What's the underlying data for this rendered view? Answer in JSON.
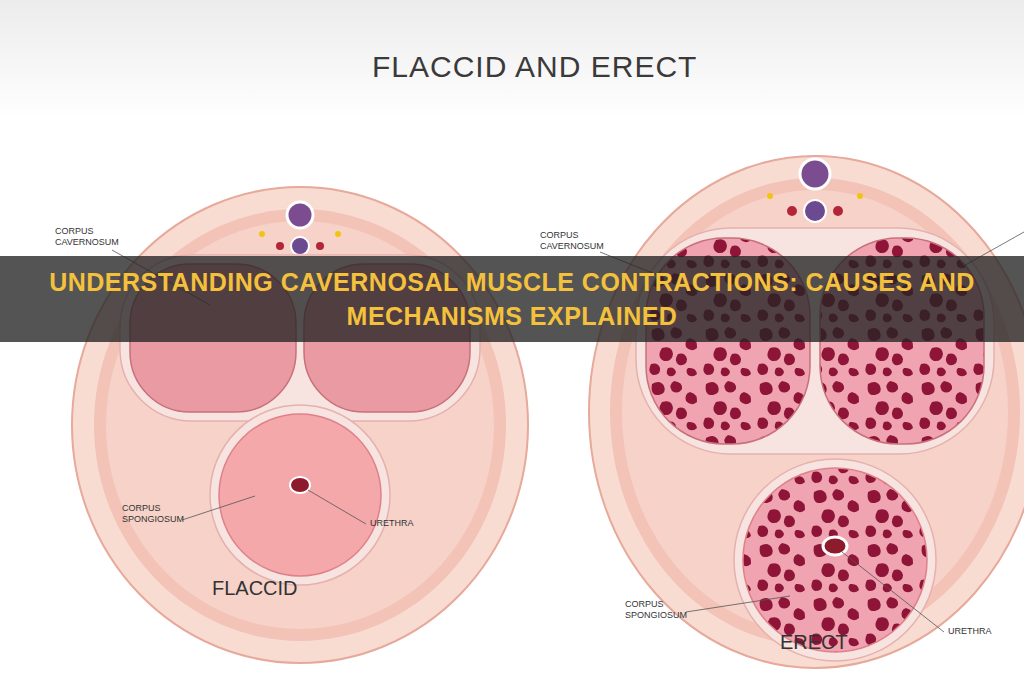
{
  "diagram": {
    "title": "FLACCID AND ERECT",
    "nodes": [
      {
        "text": [
          "UNDERSTANDING CAVERNOSAL MUSCLE CONTRACTIONS: CAUSES AND MECHANISMS EXPLAINED"
        ]
      }
    ],
    "labels": [
      "CORPUS CAVERNOSUM",
      "CORPUS SPONGIOSUM",
      "URETHRA",
      "FLACCID",
      "CORPUS CAVERNOSUM",
      "CORPUS SPONGIOSUM",
      "URETHRA",
      "ERECT"
    ]
  }
}
